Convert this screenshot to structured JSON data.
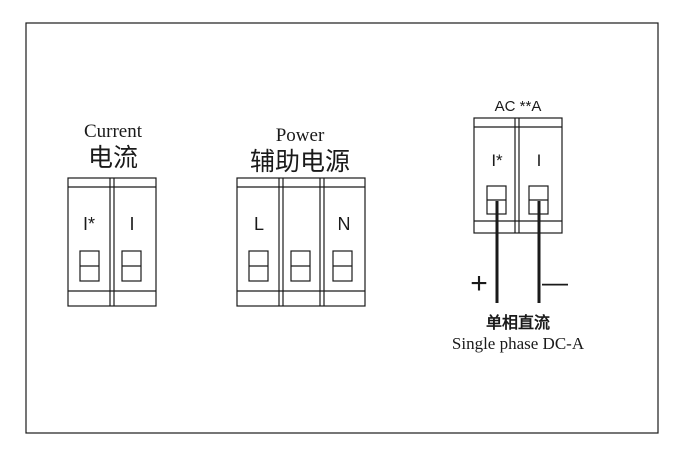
{
  "current": {
    "label_en": "Current",
    "label_cn": "电流",
    "terminals": [
      "I*",
      "I"
    ]
  },
  "power": {
    "label_en": "Power",
    "label_cn": "辅助电源",
    "terminals": [
      "L",
      "",
      "N"
    ]
  },
  "dc": {
    "header": "AC **A",
    "terminals": [
      "I*",
      "I"
    ],
    "plus": "+",
    "minus": "—",
    "label_cn": "单相直流",
    "label_en": "Single phase DC-A"
  },
  "colors": {
    "line": "#1a1a1a",
    "background": "#ffffff"
  }
}
